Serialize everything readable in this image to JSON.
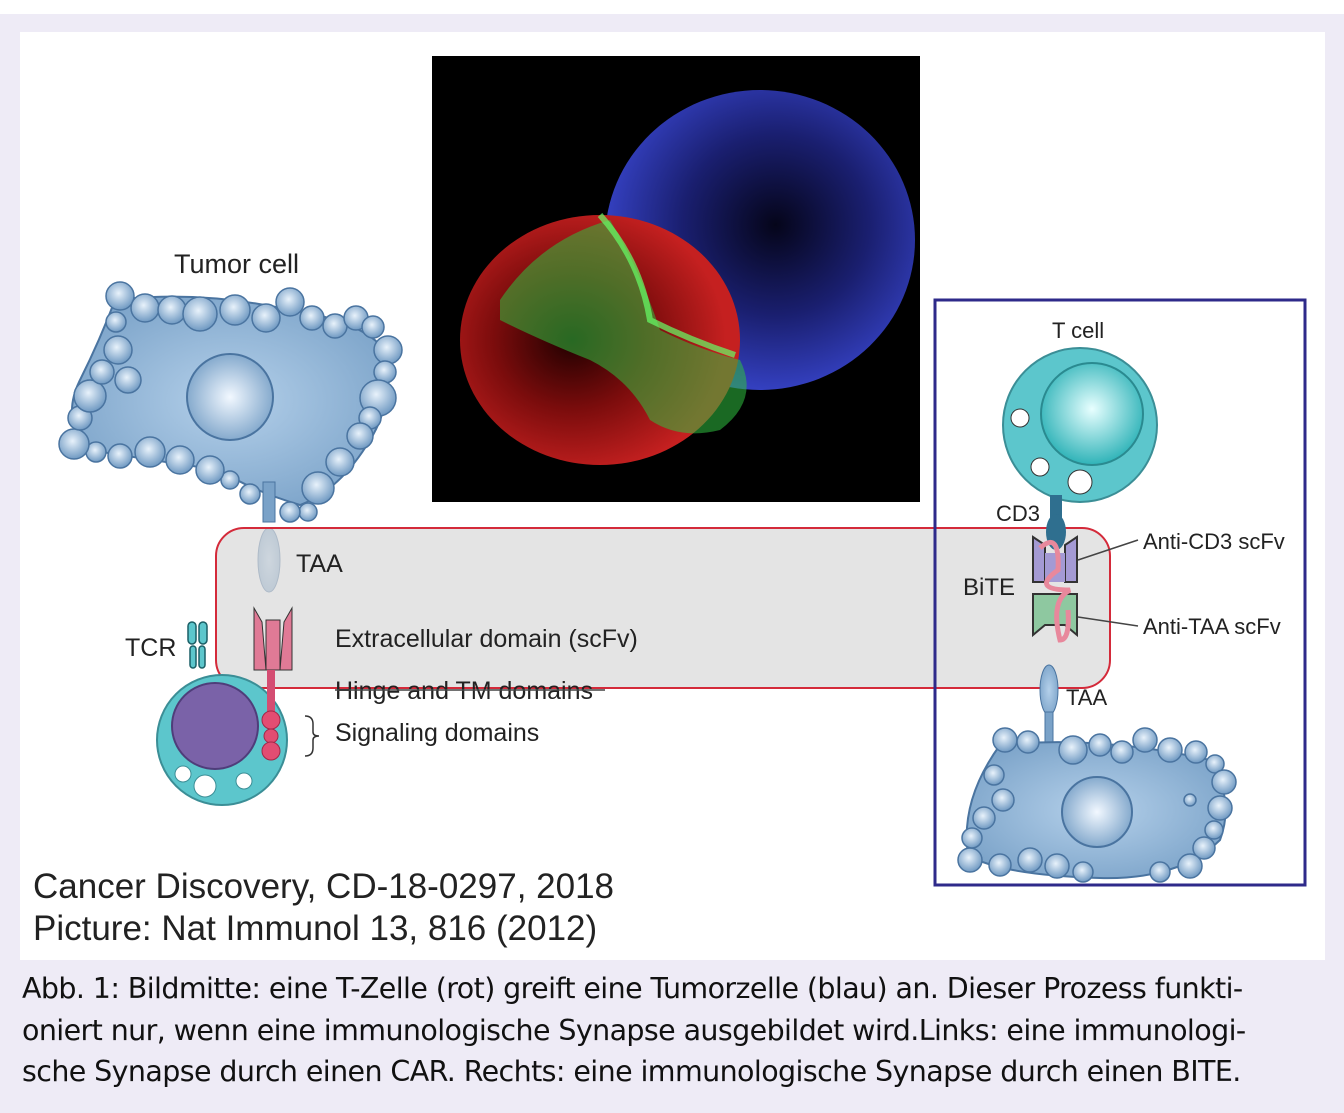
{
  "figure": {
    "left": {
      "tumor_cell_label": "Tumor cell",
      "taa_label": "TAA",
      "tcr_label": "TCR",
      "extracellular_label": "Extracellular domain (scFv)",
      "hinge_label": "Hinge and TM domains",
      "signaling_label": "Signaling domains"
    },
    "right": {
      "t_cell_label": "T cell",
      "cd3_label": "CD3",
      "bite_label": "BiTE",
      "anti_cd3_label": "Anti-CD3 scFv",
      "anti_taa_label": "Anti-TAA scFv",
      "taa_label": "TAA"
    },
    "sources": [
      "Cancer Discovery, CD-18-0297, 2018",
      "Picture: Nat Immunol 13, 816 (2012)"
    ]
  },
  "caption_lines": [
    "Abb. 1: Bildmitte: eine T-Zelle (rot) greift eine Tumorzelle (blau) an. Dieser Prozess funkti-",
    "oniert nur, wenn eine immunologische Synapse ausgebildet wird.Links: eine immunologi-",
    "sche Synapse durch einen CAR. Rechts: eine immunologische Synapse durch einen BITE."
  ],
  "colors": {
    "background": "#eeebf6",
    "synapse_box": "#d42a3a",
    "bite_box": "#2e2a8a",
    "cell_blue": "#7ea6cc",
    "t_cell": "#5cc6cc",
    "nucleus_purple": "#7a62a8",
    "car_pink": "#e07a96"
  }
}
